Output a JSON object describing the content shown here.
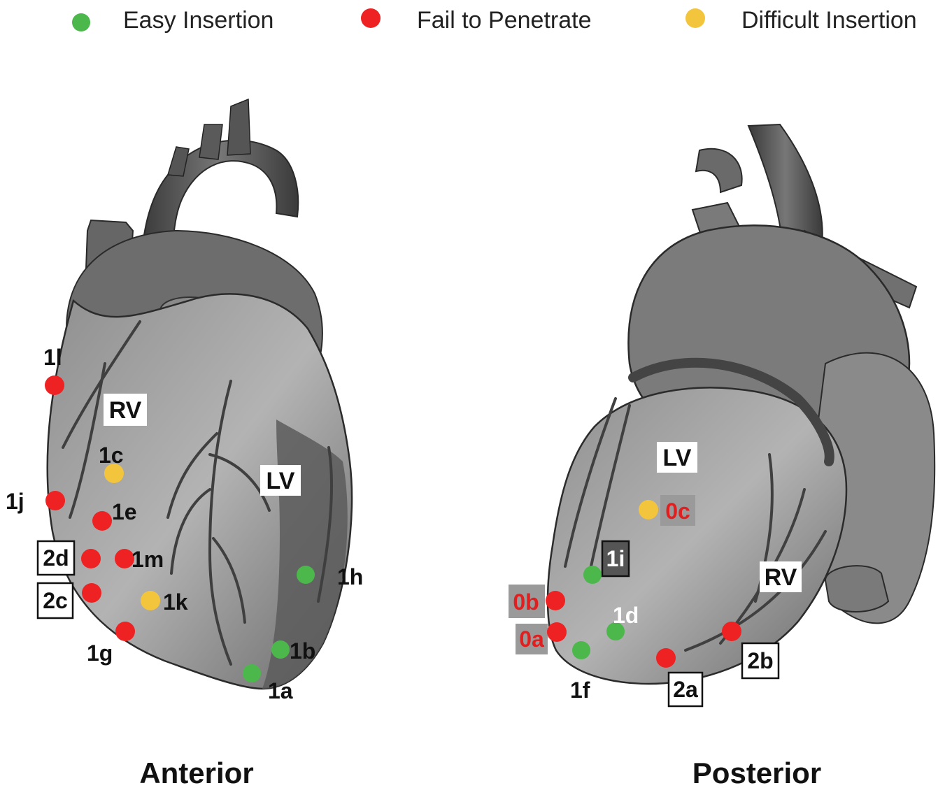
{
  "legend": {
    "easy": {
      "label": "Easy Insertion",
      "color": "#4cb84c"
    },
    "fail": {
      "label": "Fail to Penetrate",
      "color": "#ee2222"
    },
    "difficult": {
      "label": "Difficult Insertion",
      "color": "#f2c53d"
    }
  },
  "anterior": {
    "caption": "Anterior",
    "regions": {
      "rv": "RV",
      "lv": "LV"
    },
    "points": {
      "p1l": "1l",
      "p1c": "1c",
      "p1j": "1j",
      "p1e": "1e",
      "p2d": "2d",
      "p1m": "1m",
      "p2c": "2c",
      "p1k": "1k",
      "p1g": "1g",
      "p1h": "1h",
      "p1b": "1b",
      "p1a": "1a"
    }
  },
  "posterior": {
    "caption": "Posterior",
    "regions": {
      "lv": "LV",
      "rv": "RV"
    },
    "points": {
      "p0c": "0c",
      "p1i": "1i",
      "p0b": "0b",
      "p0a": "0a",
      "p1d": "1d",
      "p1f": "1f",
      "p2a": "2a",
      "p2b": "2b"
    }
  }
}
